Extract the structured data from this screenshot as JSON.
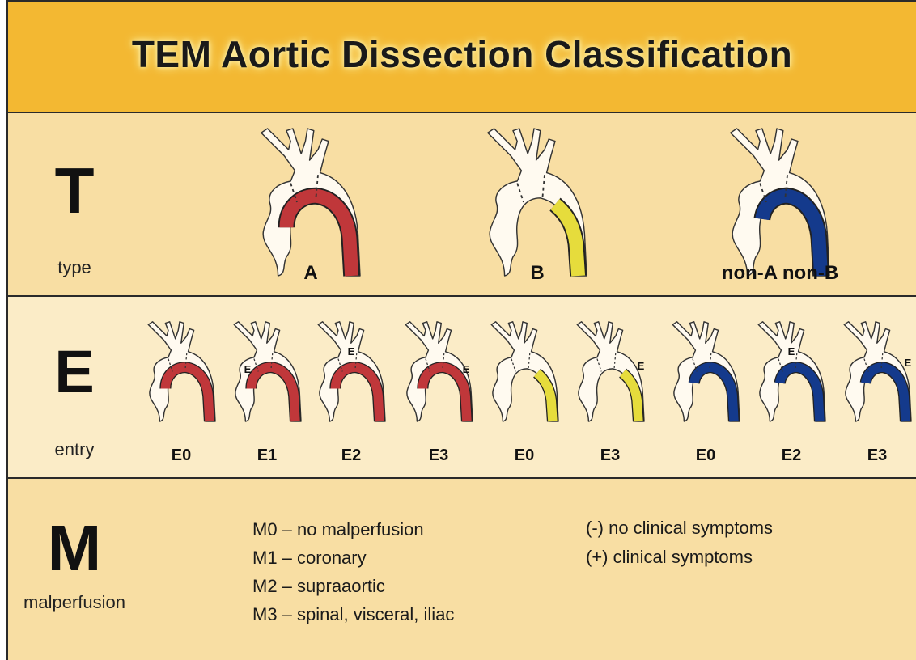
{
  "title": "TEM Aortic Dissection Classification",
  "rows": {
    "t": {
      "letter": "T",
      "label": "type"
    },
    "e": {
      "letter": "E",
      "label": "entry"
    },
    "m": {
      "letter": "M",
      "label": "malperfusion"
    }
  },
  "type_diagrams": [
    {
      "label": "A",
      "color": "#c0373a",
      "segment": "full"
    },
    {
      "label": "B",
      "color": "#e6dc3c",
      "segment": "distal"
    },
    {
      "label": "non-A non-B",
      "color": "#143a8c",
      "segment": "arch"
    }
  ],
  "entry_diagrams": [
    {
      "label": "E0",
      "color": "#c0373a",
      "segment": "full",
      "marker": ""
    },
    {
      "label": "E1",
      "color": "#c0373a",
      "segment": "full",
      "marker": "E"
    },
    {
      "label": "E2",
      "color": "#c0373a",
      "segment": "full",
      "marker": "E"
    },
    {
      "label": "E3",
      "color": "#c0373a",
      "segment": "full",
      "marker": "E"
    },
    {
      "label": "E0",
      "color": "#e6dc3c",
      "segment": "distal",
      "marker": ""
    },
    {
      "label": "E3",
      "color": "#e6dc3c",
      "segment": "distal",
      "marker": "E"
    },
    {
      "label": "E0",
      "color": "#143a8c",
      "segment": "arch",
      "marker": ""
    },
    {
      "label": "E2",
      "color": "#143a8c",
      "segment": "arch",
      "marker": "E"
    },
    {
      "label": "E3",
      "color": "#143a8c",
      "segment": "arch",
      "marker": "E"
    }
  ],
  "malperfusion": {
    "grades": [
      "M0 – no malperfusion",
      "M1 – coronary",
      "M2 – supraaortic",
      "M3 – spinal, visceral, iliac"
    ],
    "symptoms": [
      "(-)  no clinical symptoms",
      "(+) clinical symptoms"
    ]
  }
}
